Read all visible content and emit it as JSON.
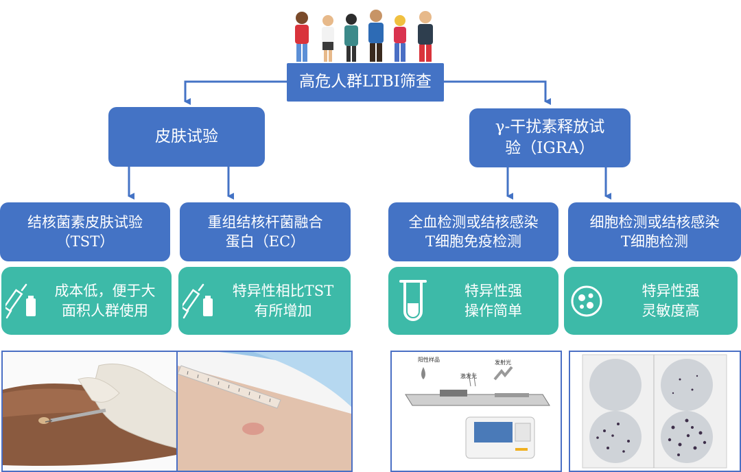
{
  "root": {
    "label": "高危人群LTBI筛查"
  },
  "left": {
    "label": "皮肤试验",
    "children": [
      {
        "title_l1": "结核菌素皮肤试验",
        "title_l2": "（TST）",
        "desc_l1": "成本低，便于大",
        "desc_l2": "面积人群使用"
      },
      {
        "title_l1": "重组结核杆菌融合",
        "title_l2": "蛋白（EC）",
        "desc_l1": "特异性相比TST",
        "desc_l2": "有所增加"
      }
    ]
  },
  "right": {
    "label_l1": "γ-干扰素释放试",
    "label_l2": "验（IGRA）",
    "children": [
      {
        "title_l1": "全血检测或结核感染",
        "title_l2": "T细胞免疫检测",
        "desc_l1": "特异性强",
        "desc_l2": "操作简单"
      },
      {
        "title_l1": "细胞检测或结核感染",
        "title_l2": "T细胞检测",
        "desc_l1": "特异性强",
        "desc_l2": "灵敏度高"
      }
    ]
  },
  "device_labels": {
    "sample": "阳性样品",
    "excite": "激发光",
    "emit": "发射光"
  },
  "colors": {
    "blue": "#4473c5",
    "teal": "#3dbaa8",
    "frame": "#4a6fc4"
  }
}
